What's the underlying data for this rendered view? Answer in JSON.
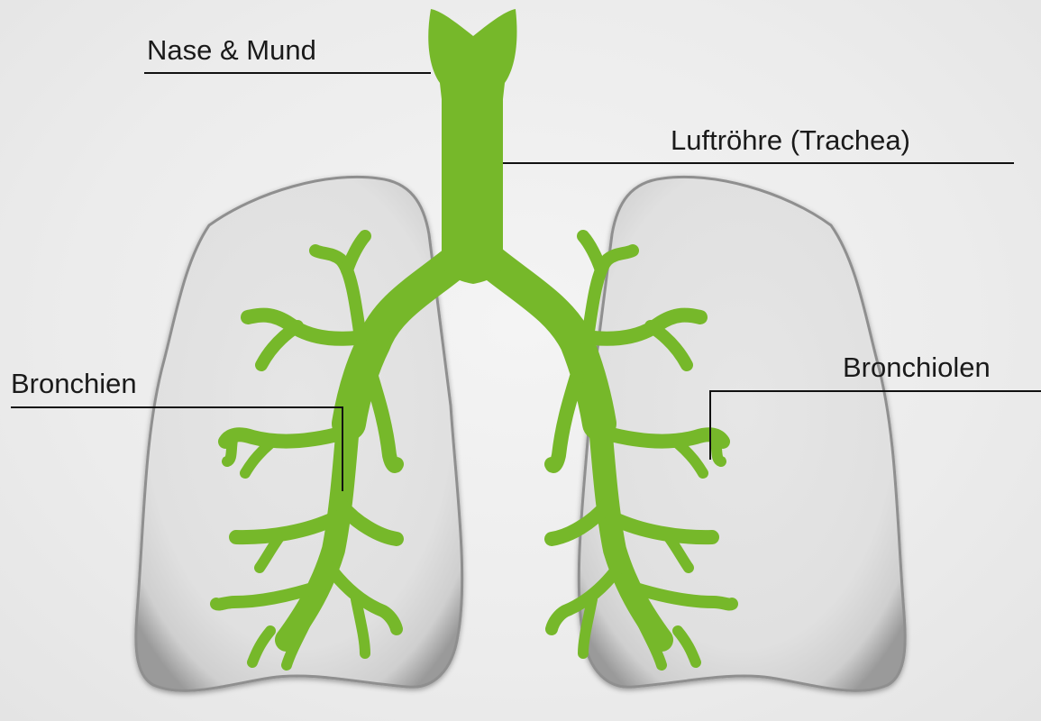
{
  "labels": {
    "nose_mouth": "Nase & Mund",
    "trachea": "Luftröhre (Trachea)",
    "bronchi": "Bronchien",
    "bronchioles": "Bronchiolen"
  },
  "colors": {
    "airway_green": "#76b82a",
    "lung_fill": "#e3e3e3",
    "lung_edge": "#8a8a8a",
    "leader_line": "#111111",
    "background": "#ececec"
  }
}
